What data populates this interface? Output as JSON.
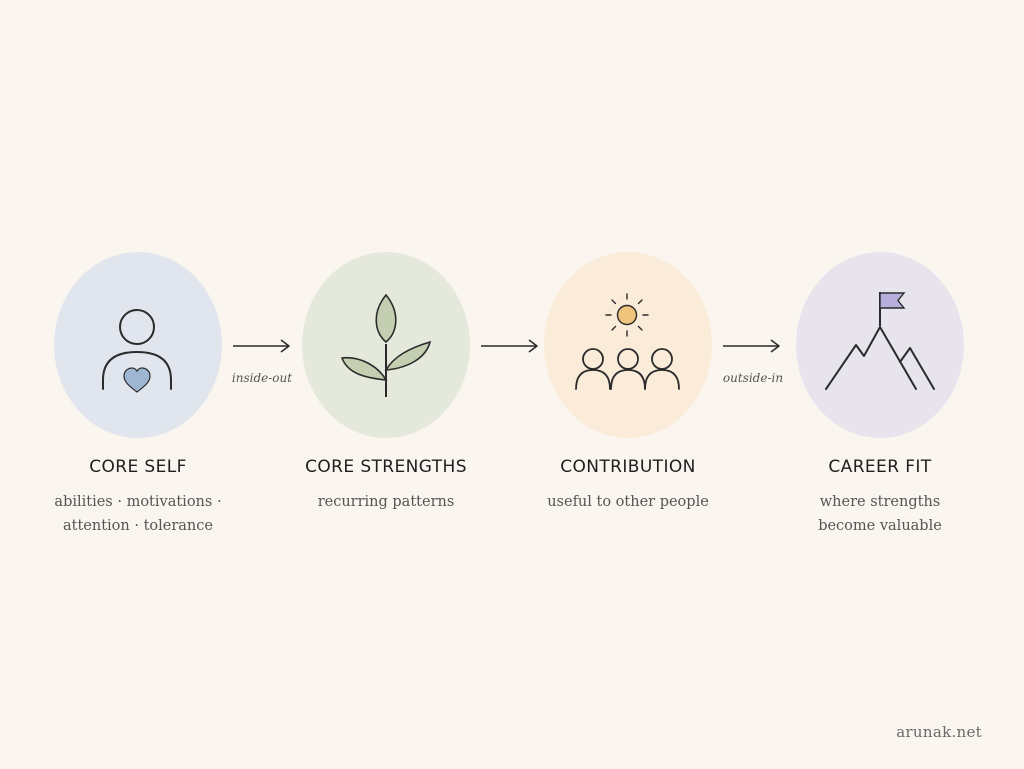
{
  "colors": {
    "background": "#faf5ee",
    "core_self_circle": "#e1e6ee",
    "core_strengths_circle": "#e4e9dc",
    "contribution_circle": "#fbebd9",
    "career_fit_circle": "#e8e4ee",
    "heart": "#9fb6d3",
    "leaf": "#c3cfb0",
    "sun": "#efc57d",
    "flag": "#b7aedb",
    "stroke": "#2b2b2b"
  },
  "steps": [
    {
      "title": "CORE SELF",
      "desc_line1": "abilities · motivations ·",
      "desc_line2": "attention · tolerance",
      "icon": "person-heart-icon"
    },
    {
      "title": "CORE STRENGTHS",
      "desc_line1": "recurring patterns",
      "desc_line2": "",
      "icon": "sprout-icon"
    },
    {
      "title": "CONTRIBUTION",
      "desc_line1": "useful to other people",
      "desc_line2": "",
      "icon": "people-sun-icon"
    },
    {
      "title": "CAREER FIT",
      "desc_line1": "where strengths",
      "desc_line2": "become valuable",
      "icon": "mountain-flag-icon"
    }
  ],
  "arrows": {
    "first_label": "inside-out",
    "third_label": "outside-in"
  },
  "footer": {
    "site": "arunak.net"
  }
}
